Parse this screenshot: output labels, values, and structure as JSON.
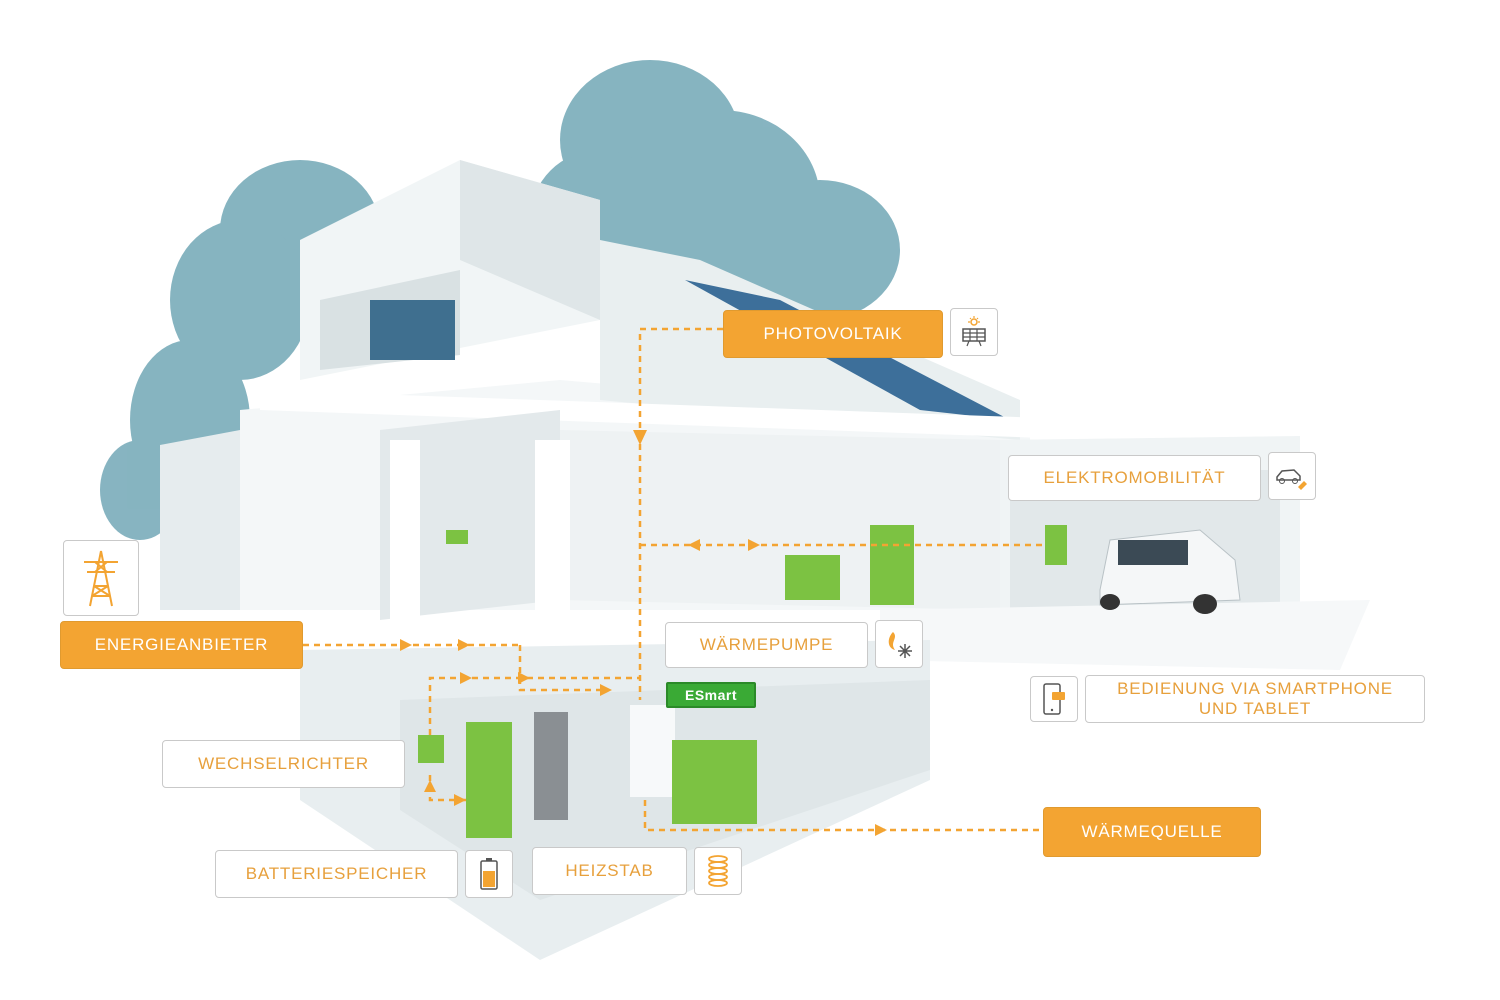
{
  "labels": {
    "photovoltaik": "PHOTOVOLTAIK",
    "elektromobilitaet": "ELEKTROMOBILITÄT",
    "energieanbieter": "ENERGIEANBIETER",
    "waermepumpe": "WÄRMEPUMPE",
    "bedienung_line1": "BEDIENUNG VIA SMARTPHONE",
    "bedienung_line2": "UND TABLET",
    "wechselrichter": "WECHSELRICHTER",
    "waermequelle": "WÄRMEQUELLE",
    "batteriespeicher": "BATTERIESPEICHER",
    "heizstab": "HEIZSTAB"
  },
  "brand": {
    "logo_text": "ESmart"
  },
  "icons": {
    "photovoltaik": "solar-panel-icon",
    "elektromobilitaet": "ev-charging-icon",
    "energieanbieter": "power-pylon-icon",
    "waermepumpe": "heat-cold-icon",
    "bedienung": "smartphone-chat-icon",
    "batteriespeicher": "battery-icon",
    "heizstab": "heating-coil-icon"
  },
  "colors": {
    "accent_orange": "#f3a432",
    "appliance_green": "#7cc242",
    "house_white": "#eef2f3",
    "tree_blue": "#6a9fae",
    "solar_blue": "#3d6f9a"
  }
}
